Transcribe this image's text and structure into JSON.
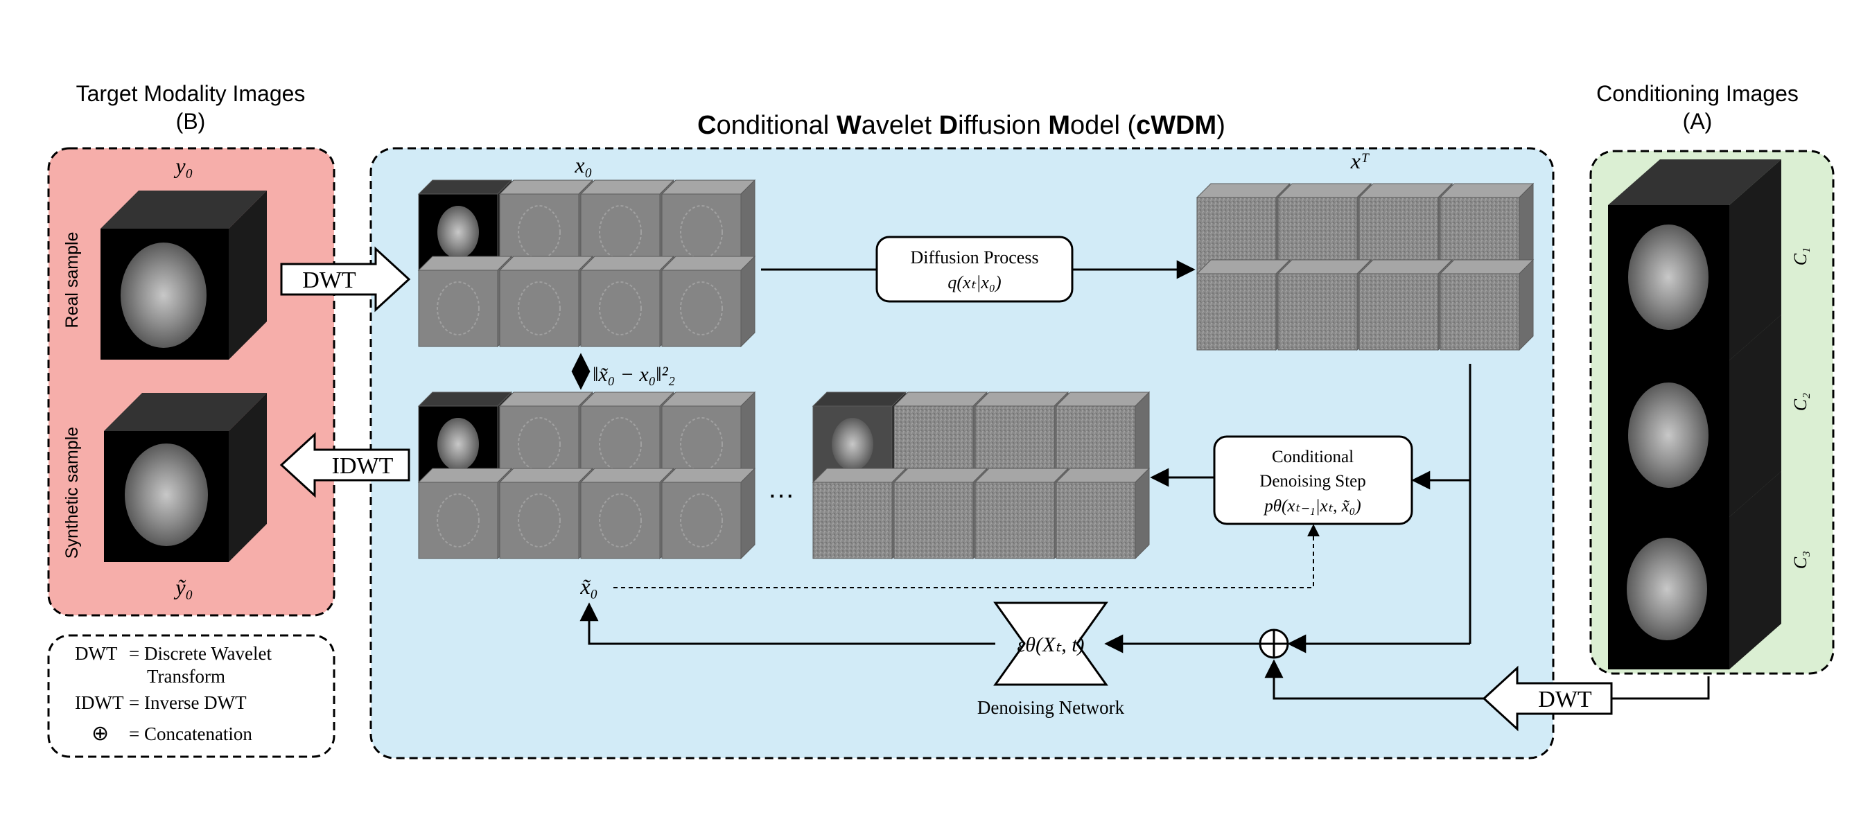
{
  "header": {
    "target_title": "Target Modality Images",
    "target_sub": "(B)",
    "cond_title": "Conditioning Images",
    "cond_sub": "(A)",
    "cwdm": {
      "C": "C",
      "onditional": "onditional ",
      "W": "W",
      "avelet": "avelet ",
      "D": "D",
      "iffusion": "iffusion ",
      "M": "M",
      "odel": "odel (",
      "abbr": "cWDM",
      "close": ")"
    }
  },
  "left_panel": {
    "y0": "y₀",
    "y0_tilde": "ỹ₀",
    "real_label": "Real sample",
    "synth_label": "Synthetic sample"
  },
  "arrows": {
    "dwt_top": "DWT",
    "idwt": "IDWT",
    "dwt_bottom": "DWT"
  },
  "main": {
    "x0": "x₀",
    "xT": "xᵀ",
    "x0_tilde": "x̃₀",
    "loss": "‖x̃₀  − x₀‖²₂",
    "ellipsis": "…",
    "diffusion_l1": "Diffusion Process",
    "diffusion_l2": "q(xₜ|x₀)",
    "denoise_l1": "Conditional",
    "denoise_l2": "Denoising Step",
    "denoise_l3": "pθ(xₜ₋₁|xₜ, x̃₀)",
    "network_formula": "εθ(Xₜ, t)",
    "network_label": "Denoising Network",
    "concat_symbol": "⊕"
  },
  "cond_panel": {
    "c1": "C₁",
    "c2": "C₂",
    "c3": "C₃"
  },
  "legend": {
    "dwt_key": "DWT",
    "dwt_val_l1": "= Discrete Wavelet",
    "dwt_val_l2": "Transform",
    "idwt_key": "IDWT",
    "idwt_val": "= Inverse DWT",
    "concat_key": "⊕",
    "concat_val": "= Concatenation"
  },
  "colors": {
    "target_bg": "#f6aeaa",
    "main_bg": "#d2ebf7",
    "cond_bg": "#dbefd3",
    "cube_face": "#808080",
    "cube_top": "#9b9b9b",
    "cube_side": "#6a6a6a"
  }
}
